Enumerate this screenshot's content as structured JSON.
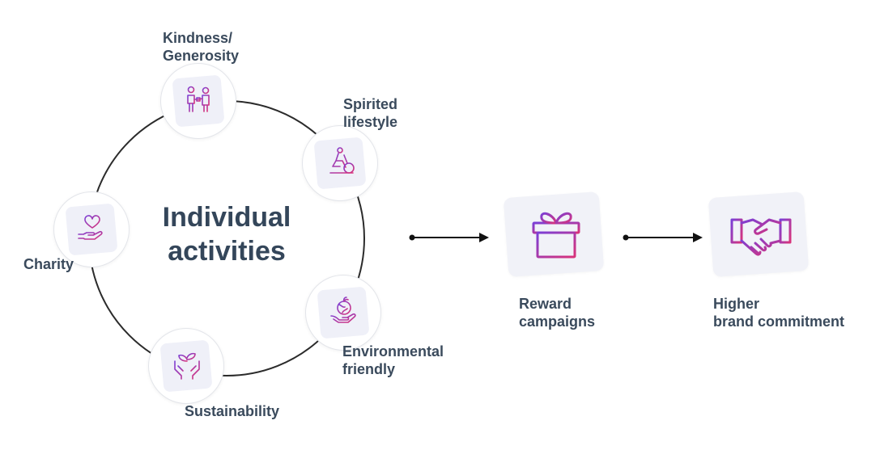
{
  "center": {
    "title": "Individual\nactivities"
  },
  "nodes": [
    {
      "label": "Kindness/\nGenerosity",
      "icon": "people-giving-icon"
    },
    {
      "label": "Spirited\nlifestyle",
      "icon": "exercise-bike-icon"
    },
    {
      "label": "Environmental\nfriendly",
      "icon": "earth-in-hand-icon"
    },
    {
      "label": "Sustainability",
      "icon": "sprout-in-hands-icon"
    },
    {
      "label": "Charity",
      "icon": "heart-in-hand-icon"
    }
  ],
  "steps": [
    {
      "label": "Reward\ncampaigns",
      "icon": "gift-icon"
    },
    {
      "label": "Higher\nbrand commitment",
      "icon": "handshake-icon"
    }
  ],
  "colors": {
    "gradient_start": "#7b3fd6",
    "gradient_end": "#d9337a",
    "text": "#3a4a5c",
    "line": "#2b2b2b"
  }
}
